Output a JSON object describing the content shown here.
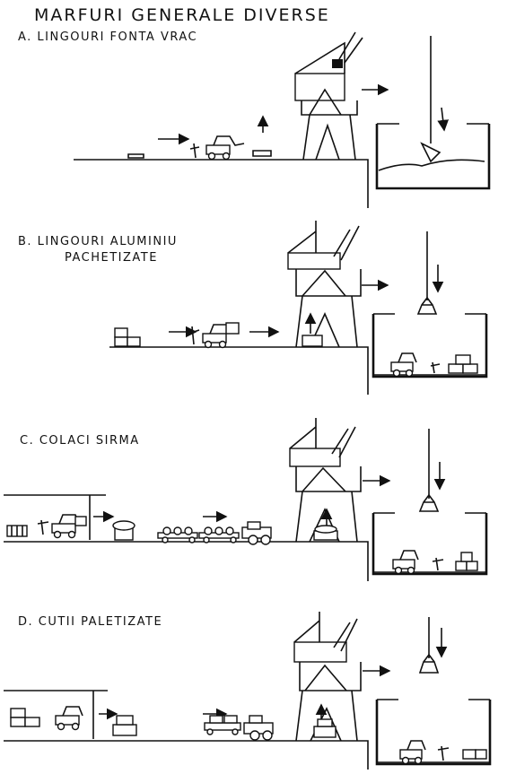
{
  "title": "MARFURI GENERALE DIVERSE",
  "panels": [
    {
      "label": "A. LINGOURI  FONTA  VRAC"
    },
    {
      "label": "B. LINGOURI  ALUMINIU",
      "label2": "PACHETIZATE"
    },
    {
      "label": "C.  COLACI  SIRMA"
    },
    {
      "label": "D.  CUTII  PALETIZATE"
    }
  ],
  "icons": [
    "gantry-crane-icon",
    "forklift-icon",
    "ship-hold-icon",
    "truck-icon",
    "trailer-icon",
    "pallet-icon",
    "worker-icon",
    "arrow-icon"
  ]
}
